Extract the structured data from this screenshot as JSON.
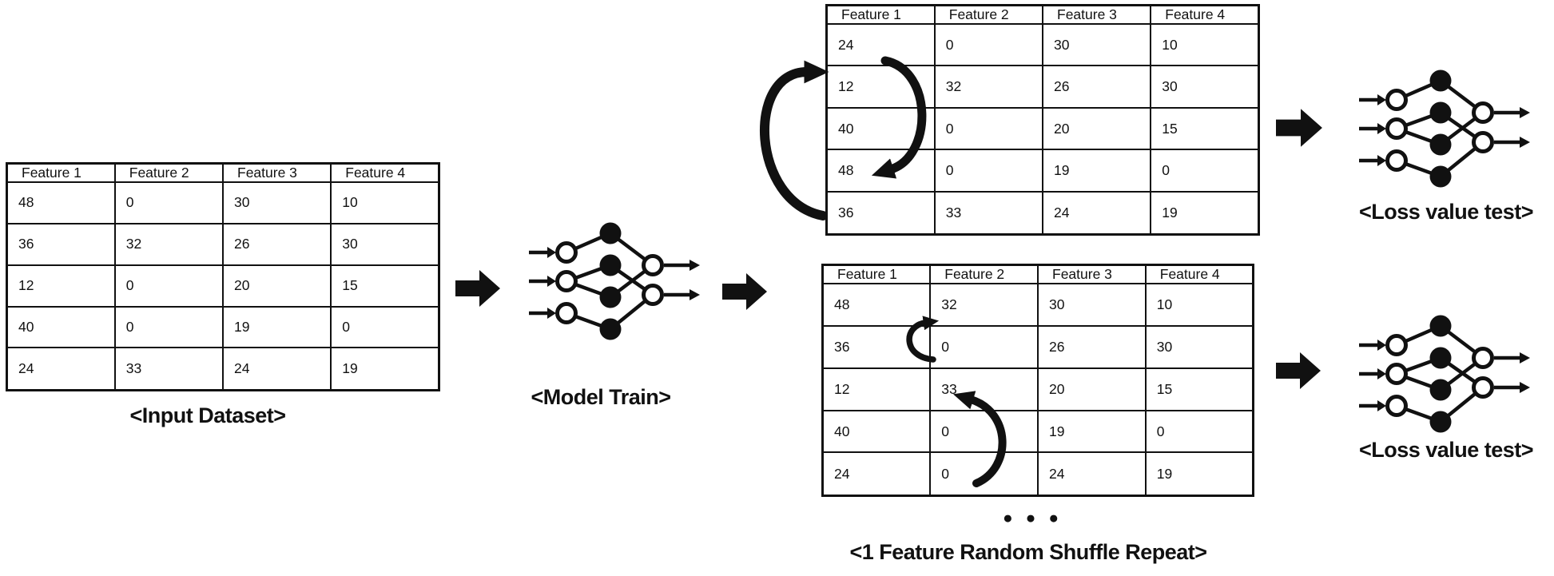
{
  "figure": {
    "colors": {
      "ink": "#111111",
      "paper": "#ffffff"
    },
    "icons": {
      "flow_arrow": "thick-right-arrow",
      "neural_network": "network-3-4-2-nodes",
      "shuffle_top": "circular-swap-arrows",
      "shuffle_bottom": "curved-swap-arrows",
      "ellipsis": "three-dots"
    },
    "input_table": {
      "caption": "<Input Dataset>",
      "headers": [
        "Feature 1",
        "Feature 2",
        "Feature 3",
        "Feature 4"
      ],
      "rows": [
        [
          "48",
          "0",
          "30",
          "10"
        ],
        [
          "36",
          "32",
          "26",
          "30"
        ],
        [
          "12",
          "0",
          "20",
          "15"
        ],
        [
          "40",
          "0",
          "19",
          "0"
        ],
        [
          "24",
          "33",
          "24",
          "19"
        ]
      ]
    },
    "model_train_caption": "<Model Train>",
    "shuffled_top_table": {
      "headers": [
        "Feature 1",
        "Feature 2",
        "Feature 3",
        "Feature 4"
      ],
      "rows": [
        [
          "24",
          "0",
          "30",
          "10"
        ],
        [
          "12",
          "32",
          "26",
          "30"
        ],
        [
          "40",
          "0",
          "20",
          "15"
        ],
        [
          "48",
          "0",
          "19",
          "0"
        ],
        [
          "36",
          "33",
          "24",
          "19"
        ]
      ],
      "loss_caption": "<Loss value test>"
    },
    "shuffled_bottom_table": {
      "headers": [
        "Feature 1",
        "Feature 2",
        "Feature 3",
        "Feature 4"
      ],
      "rows": [
        [
          "48",
          "32",
          "30",
          "10"
        ],
        [
          "36",
          "0",
          "26",
          "30"
        ],
        [
          "12",
          "33",
          "20",
          "15"
        ],
        [
          "40",
          "0",
          "19",
          "0"
        ],
        [
          "24",
          "0",
          "24",
          "19"
        ]
      ],
      "loss_caption": "<Loss value test>"
    },
    "ellipsis_text": "●●●",
    "repeat_caption": "<1 Feature Random Shuffle Repeat>"
  }
}
